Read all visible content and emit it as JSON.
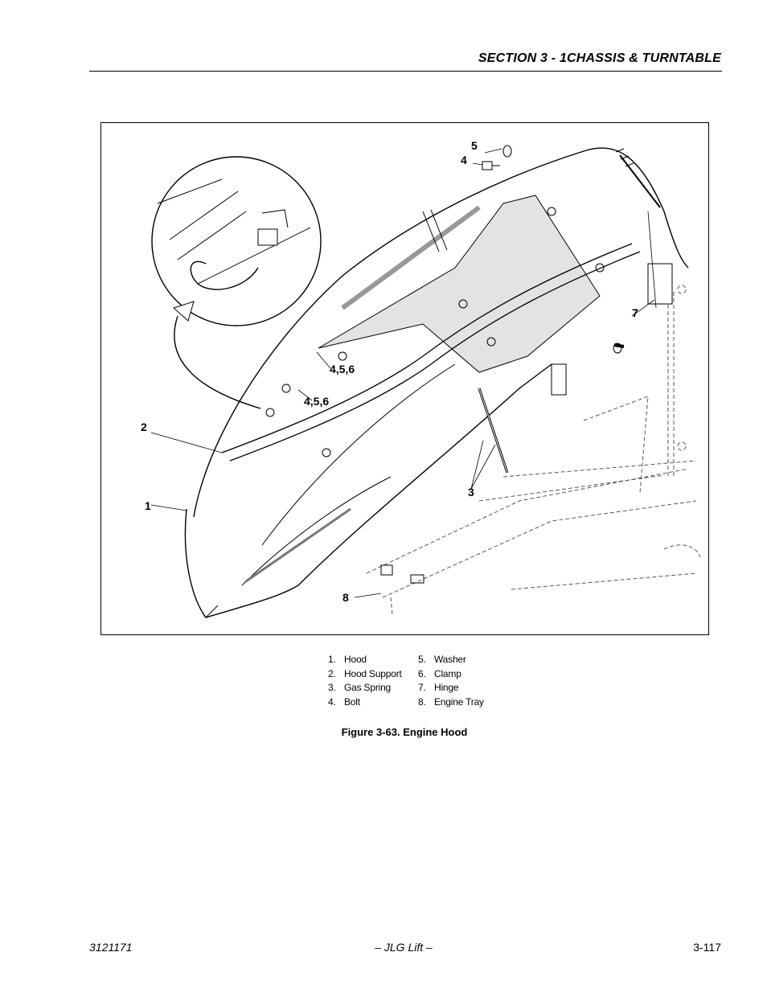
{
  "header": {
    "section_title": "SECTION 3 - 1CHASSIS & TURNTABLE"
  },
  "figure": {
    "callouts": {
      "c1": "1",
      "c2": "2",
      "c3": "3",
      "c4": "4",
      "c5": "5",
      "c456a": "4,5,6",
      "c456b": "4,5,6",
      "c7": "7",
      "c8": "8"
    },
    "legend": [
      {
        "num": "1.",
        "label": "Hood"
      },
      {
        "num": "2.",
        "label": "Hood Support"
      },
      {
        "num": "3.",
        "label": "Gas Spring"
      },
      {
        "num": "4.",
        "label": "Bolt"
      },
      {
        "num": "5.",
        "label": "Washer"
      },
      {
        "num": "6.",
        "label": "Clamp"
      },
      {
        "num": "7.",
        "label": "Hinge"
      },
      {
        "num": "8.",
        "label": "Engine Tray"
      }
    ],
    "caption": "Figure 3-63.  Engine Hood"
  },
  "footer": {
    "doc_number": "3121171",
    "center": "– JLG Lift –",
    "page_number": "3-117"
  }
}
